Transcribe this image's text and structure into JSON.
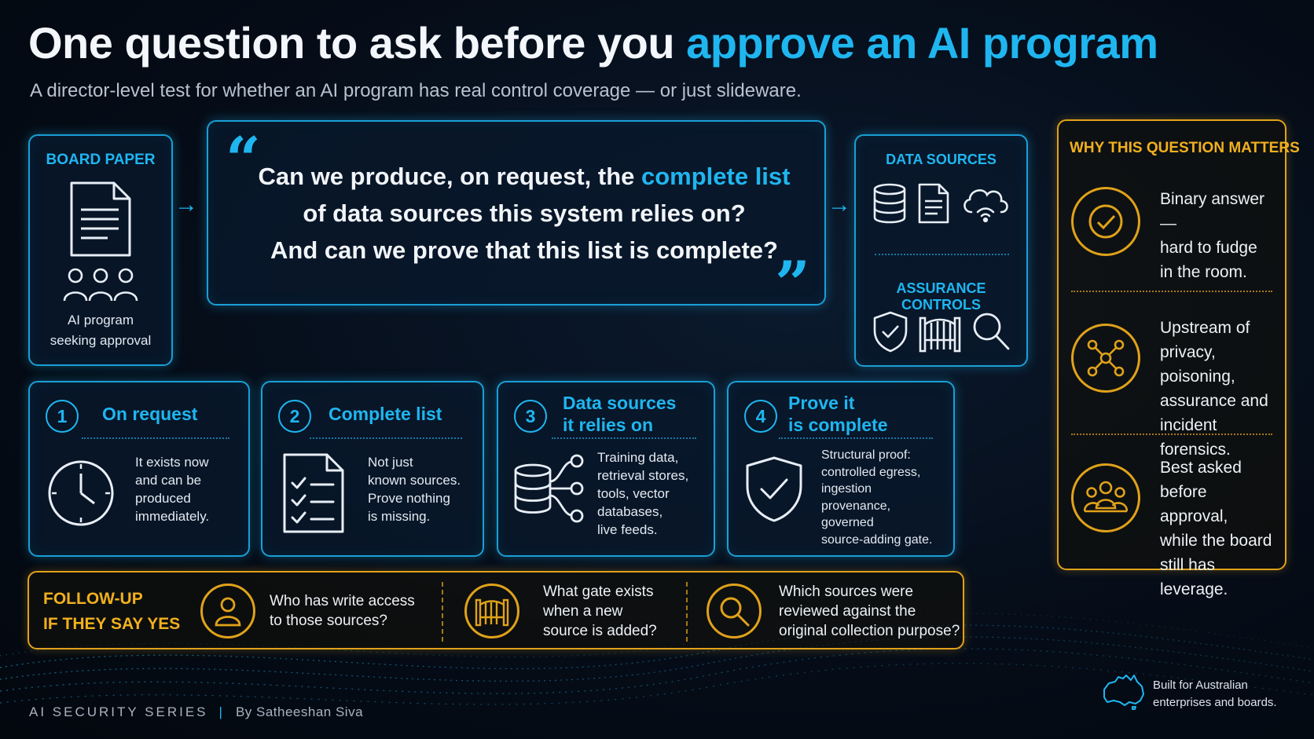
{
  "header": {
    "title_main": "One question to ask before you ",
    "title_accent": "approve an AI program",
    "subtitle": "A director-level test for whether an AI program has real control coverage — or just slideware."
  },
  "board": {
    "label": "BOARD PAPER",
    "caption_line1": "AI program",
    "caption_line2": "seeking approval"
  },
  "quote": {
    "part1": "Can we produce, on request, the ",
    "highlight": "complete list",
    "part2": "of data sources this system relies on?",
    "part3": "And can we prove that this list is complete?"
  },
  "sources": {
    "data_label": "DATA SOURCES",
    "assurance_label": "ASSURANCE CONTROLS"
  },
  "why": {
    "title": "WHY THIS QUESTION MATTERS",
    "items": [
      {
        "l1": "Binary answer —",
        "l2": "hard to fudge",
        "l3": "in the room.",
        "l4": ""
      },
      {
        "l1": "Upstream of",
        "l2": "privacy, poisoning,",
        "l3": "assurance and",
        "l4": "incident forensics."
      },
      {
        "l1": "Best asked",
        "l2": "before approval,",
        "l3": "while the board",
        "l4": "still has leverage."
      }
    ]
  },
  "steps": [
    {
      "num": "1",
      "h1": "On request",
      "h2": "",
      "d": [
        "It exists now",
        "and can be",
        "produced",
        "immediately."
      ]
    },
    {
      "num": "2",
      "h1": "Complete list",
      "h2": "",
      "d": [
        "Not just",
        "known sources.",
        "Prove nothing",
        "is missing."
      ]
    },
    {
      "num": "3",
      "h1": "Data sources",
      "h2": "it relies on",
      "d": [
        "Training data,",
        "retrieval stores,",
        "tools, vector",
        "databases,",
        "live feeds."
      ]
    },
    {
      "num": "4",
      "h1": "Prove it",
      "h2": "is complete",
      "d": [
        "Structural proof:",
        "controlled egress,",
        "ingestion",
        "provenance,",
        "governed",
        "source-adding gate."
      ]
    }
  ],
  "followup": {
    "label1": "FOLLOW-UP",
    "label2": "IF THEY SAY YES",
    "q1": [
      "Who has write access",
      "to those sources?"
    ],
    "q2": [
      "What gate exists",
      "when a new",
      "source is added?"
    ],
    "q3": [
      "Which sources were",
      "reviewed against the",
      "original collection purpose?"
    ]
  },
  "footer": {
    "series": "AI SECURITY SERIES",
    "divider": "|",
    "author": "By Satheeshan Siva",
    "built1": "Built for Australian",
    "built2": "enterprises and boards."
  },
  "colors": {
    "accent_cyan": "#1fb6f0",
    "accent_gold": "#e0a21a",
    "background": "#050c17"
  }
}
